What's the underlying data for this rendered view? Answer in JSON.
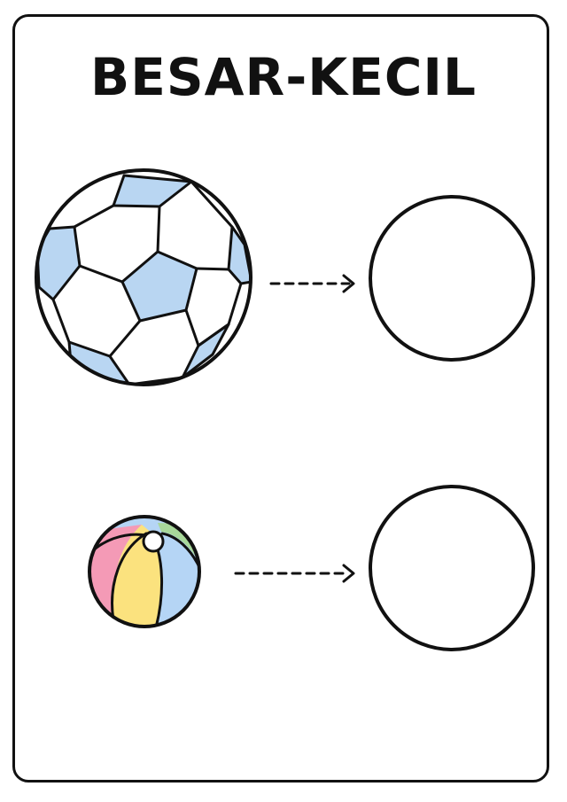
{
  "worksheet": {
    "title": "BESAR-KECIL"
  },
  "rows": [
    {
      "object_icon": "soccer-ball-icon",
      "size": "large",
      "arrow_icon": "dashed-arrow-icon",
      "answer_shape": "empty-circle"
    },
    {
      "object_icon": "beach-ball-icon",
      "size": "small",
      "arrow_icon": "dashed-arrow-icon",
      "answer_shape": "empty-circle"
    }
  ],
  "colors": {
    "outline": "#111111",
    "soccer_patch": "#b9d6f2",
    "beach_pink": "#f49ab6",
    "beach_yellow": "#fbe27e",
    "beach_blue": "#b5d5f5",
    "beach_green": "#a8d89a"
  }
}
